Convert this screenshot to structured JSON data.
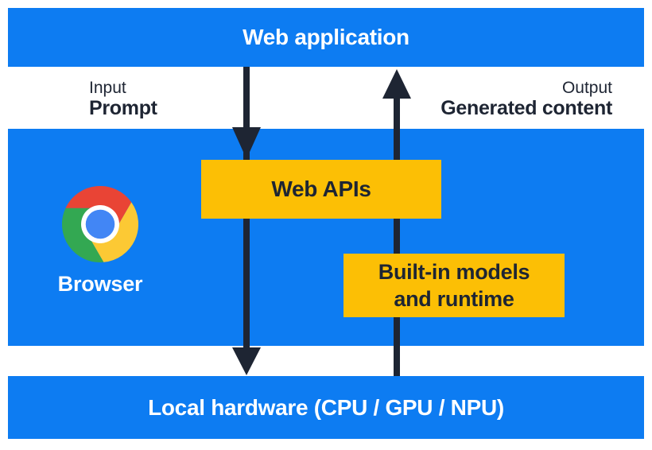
{
  "colors": {
    "blue": "#0d7cf2",
    "yellow": "#fcbf05",
    "ink": "#1e2533",
    "chrome_red": "#e94435",
    "chrome_yellow": "#fcc934",
    "chrome_green": "#33a852",
    "chrome_blue": "#4286f5"
  },
  "layers": {
    "web_application": "Web application",
    "local_hardware": "Local hardware (CPU / GPU / NPU)"
  },
  "io": {
    "input_title": "Input",
    "input_value": "Prompt",
    "output_title": "Output",
    "output_value": "Generated content"
  },
  "browser": {
    "label": "Browser",
    "icon": "chrome-icon"
  },
  "boxes": {
    "web_apis": "Web APIs",
    "builtin_models": [
      "Built-in models",
      "and runtime"
    ]
  },
  "arrows": {
    "down": "prompt-flow-down-arrow",
    "up": "generated-content-flow-up-arrow"
  }
}
